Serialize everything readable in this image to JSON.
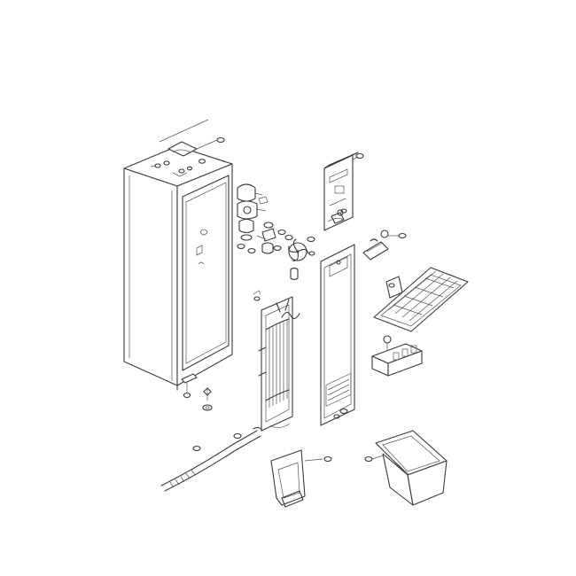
{
  "diagram": {
    "background": "#ffffff",
    "line_color": "#3a3a3a",
    "parts": [
      "cabinet",
      "top-hinge-cover",
      "cabinet-door-gasket",
      "lower-hinge",
      "leveling-leg",
      "evaporator-fan-assembly",
      "fan-motor",
      "fan-blade",
      "control-box",
      "evaporator-cover",
      "thermistor-sensor",
      "evaporator",
      "drain-heater",
      "drain-pan",
      "defrost-heater",
      "compressor-bracket",
      "evaporator-shelf-grille",
      "drain-hose",
      "base-bracket",
      "crisper-tray"
    ]
  }
}
